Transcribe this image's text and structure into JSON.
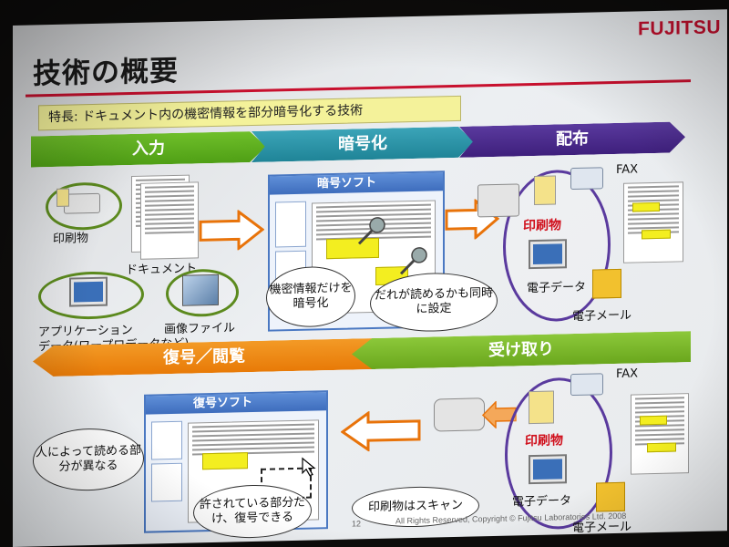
{
  "slide": {
    "title": "技術の概要",
    "logo": "FUJITSU",
    "feature_text": "特長: ドキュメント内の機密情報を部分暗号化する技術"
  },
  "bands": {
    "input": "入力",
    "encrypt": "暗号化",
    "distribute": "配布",
    "decrypt": "復号／閲覧",
    "receive": "受け取り"
  },
  "inputs": {
    "printed": "印刷物",
    "document": "ドキュメント",
    "application_line1": "アプリケーション",
    "application_line2": "データ(ワープロデータなど)",
    "image_file": "画像ファイル"
  },
  "encrypt_panel": {
    "window_title": "暗号ソフト",
    "bubble1": "機密情報だけを暗号化",
    "bubble2": "だれが読めるかも同時に設定"
  },
  "distribute_panel": {
    "fax": "FAX",
    "printed": "印刷物",
    "e_data": "電子データ",
    "e_mail": "電子メール"
  },
  "decrypt_panel": {
    "window_title": "復号ソフト",
    "bubble1": "人によって読める部分が異なる",
    "bubble2": "許されている部分だけ、復号できる",
    "bubble3": "印刷物はスキャン"
  },
  "receive_panel": {
    "fax": "FAX",
    "printed": "印刷物",
    "e_data": "電子データ",
    "e_mail": "電子メール"
  },
  "footer": {
    "page": "12",
    "copyright": "All Rights Reserved, Copyright © Fujitsu Laboratories Ltd. 2008"
  },
  "colors": {
    "accent_red": "#c8102e",
    "band_green": "#5fae1f",
    "band_teal": "#2a93a7",
    "band_purple": "#4a2a8a",
    "band_orange": "#ee8410",
    "highlight_yellow": "#f3ee20"
  }
}
